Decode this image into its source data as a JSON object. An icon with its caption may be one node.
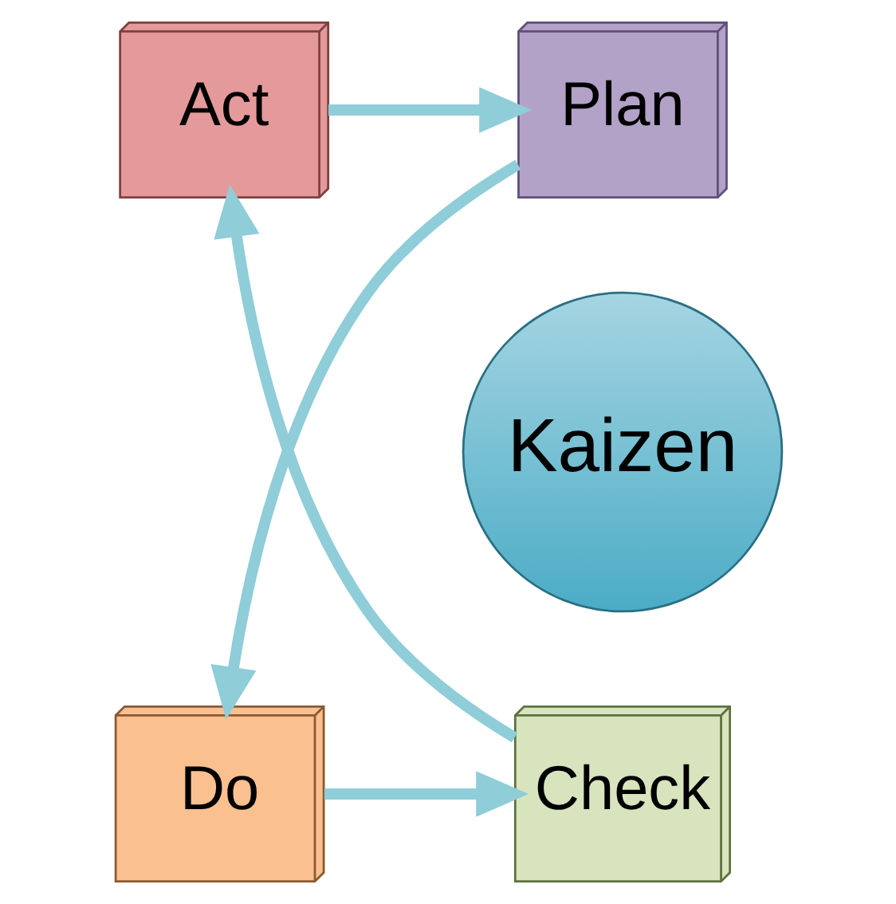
{
  "diagram": {
    "nodes": [
      {
        "text": [
          "Act"
        ]
      },
      {
        "text": [
          "Plan"
        ]
      },
      {
        "text": [
          "Kaizen"
        ]
      },
      {
        "text": [
          "Check"
        ]
      },
      {
        "text": [
          "Do"
        ]
      }
    ],
    "edges": [
      {
        "from": 0,
        "to": 1,
        "arrow": "to"
      },
      {
        "from": 1,
        "to": 4,
        "arrow": "to"
      },
      {
        "from": 4,
        "to": 3,
        "arrow": "to"
      },
      {
        "from": 3,
        "to": 0,
        "arrow": "to"
      }
    ]
  }
}
